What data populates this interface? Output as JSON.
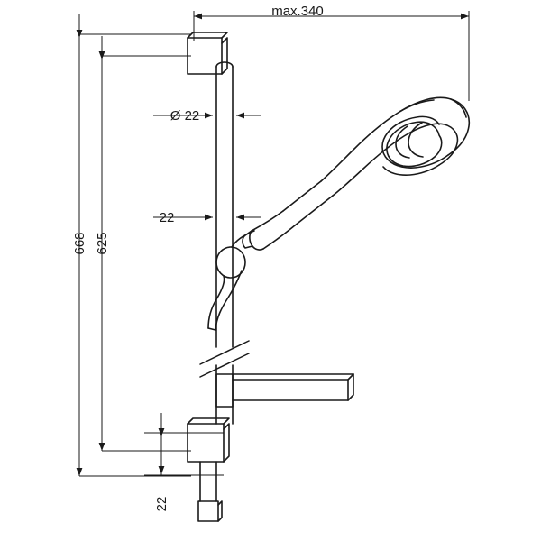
{
  "drawing": {
    "title": "Hansgrohe shower set technical dimension drawing",
    "type": "technical-dimension-drawing",
    "units": "mm",
    "line_color": "#1a1a1a",
    "background_color": "#ffffff",
    "dimensions": {
      "width_max": "max.340",
      "height_total": "668",
      "height_rail": "625",
      "diameter_rail": "Ø 22",
      "offset_top_bracket": "22",
      "offset_bottom_bracket": "22"
    },
    "labels": {
      "max_width": "max.340",
      "total_height": "668",
      "rail_height": "625",
      "rail_diameter": "Ø 22",
      "upper_offset": "22",
      "lower_offset": "22"
    }
  }
}
